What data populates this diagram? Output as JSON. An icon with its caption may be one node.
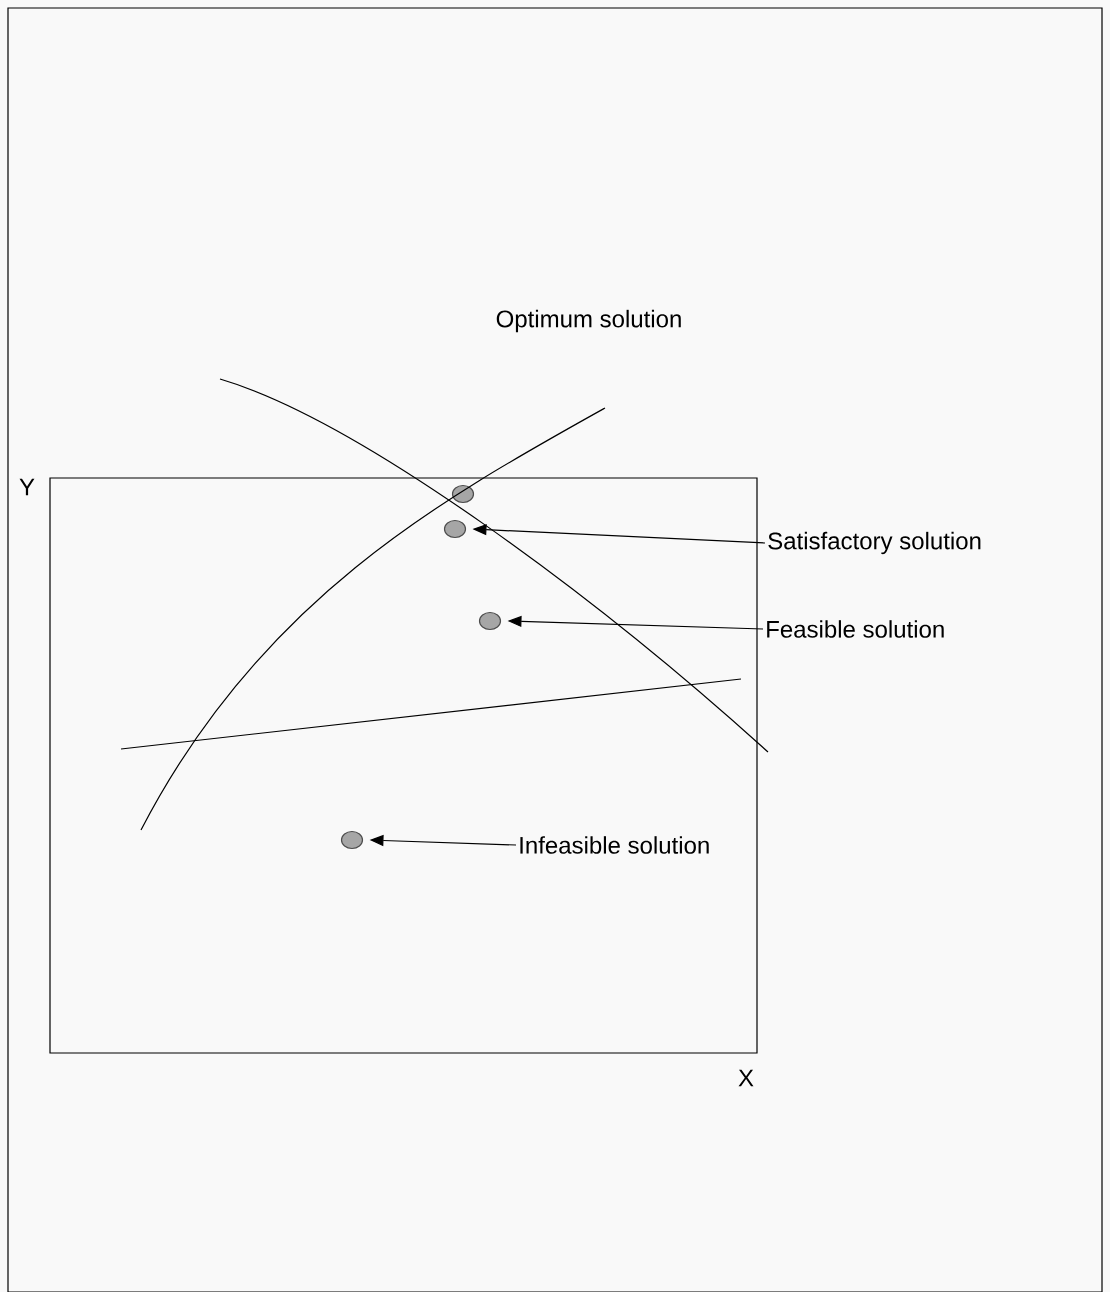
{
  "diagram": {
    "nodes": [
      {
        "text": [],
        "shape": "circle"
      },
      {
        "text": [],
        "shape": "circle"
      },
      {
        "text": [
          "Satisfactory solution"
        ]
      },
      {
        "text": [],
        "shape": "circle"
      },
      {
        "text": [
          "Feasible solution"
        ]
      },
      {
        "text": [],
        "shape": "circle"
      },
      {
        "text": [
          "Infeasible solution"
        ]
      }
    ],
    "edges": [
      {
        "from": 2,
        "to": 1,
        "arrow": "to"
      },
      {
        "from": 4,
        "to": 3,
        "arrow": "to"
      },
      {
        "from": 6,
        "to": 5,
        "arrow": "to"
      }
    ],
    "labels": [
      "Optimum solution",
      "Y",
      "X"
    ]
  }
}
